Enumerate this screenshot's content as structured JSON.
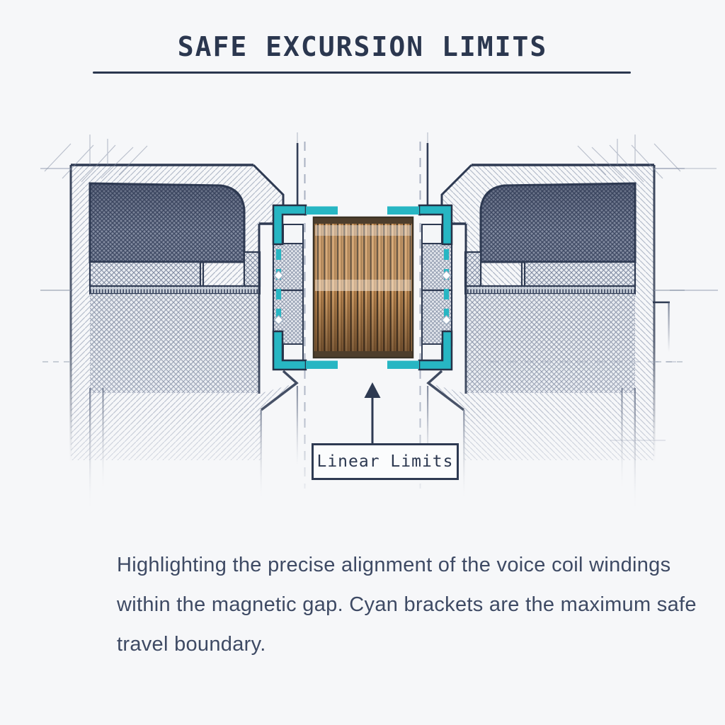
{
  "header": {
    "title": "SAFE EXCURSION LIMITS"
  },
  "diagram": {
    "label_box": {
      "text": "Linear Limits"
    },
    "colors": {
      "background": "#f6f7f9",
      "ink_navy": "#2e3a52",
      "accent_cyan": "#27b6c3",
      "copper": "#b98550"
    },
    "icons": {
      "arrow_up": "arrow-up-indicator",
      "brackets": "safe-excursion-corner-brackets"
    }
  },
  "caption": {
    "lines": [
      "Highlighting the precise alignment of the voice coil windings",
      "within the magnetic gap. Cyan brackets are the maximum safe",
      "travel boundary."
    ]
  }
}
